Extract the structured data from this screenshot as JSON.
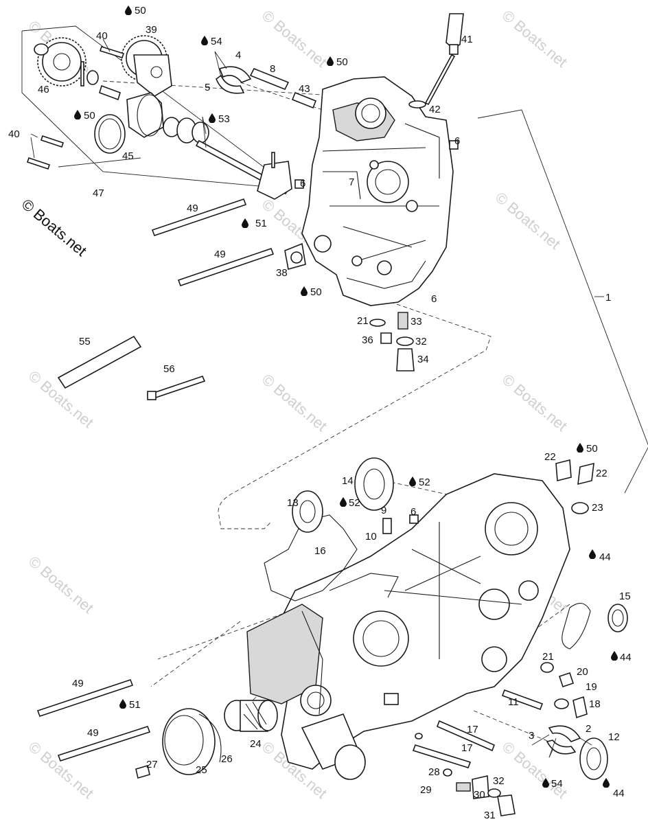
{
  "watermark": "© Boats.net",
  "copyright_text": "© Boats.net",
  "icons": {
    "lubricant": "oil-drop-icon"
  },
  "labels": {
    "l1": "1",
    "l2": "2",
    "l3": "3",
    "l4": "4",
    "l5": "5",
    "l6a": "6",
    "l6b": "6",
    "l6c": "6",
    "l6d": "6",
    "l7": "7",
    "l8": "8",
    "l9": "9",
    "l10": "10",
    "l11": "11",
    "l12": "12",
    "l13": "13",
    "l14": "14",
    "l15": "15",
    "l16": "16",
    "l17a": "17",
    "l17b": "17",
    "l18": "18",
    "l19": "19",
    "l20": "20",
    "l21a": "21",
    "l21b": "21",
    "l22a": "22",
    "l22b": "22",
    "l23": "23",
    "l24": "24",
    "l25": "25",
    "l26": "26",
    "l27": "27",
    "l28": "28",
    "l29": "29",
    "l30": "30",
    "l31": "31",
    "l32a": "32",
    "l32b": "32",
    "l33": "33",
    "l34": "34",
    "l36": "36",
    "l38": "38",
    "l39": "39",
    "l40a": "40",
    "l40b": "40",
    "l41": "41",
    "l42": "42",
    "l43": "43",
    "l44a": "44",
    "l44b": "44",
    "l44c": "44",
    "l45": "45",
    "l46": "46",
    "l47": "47",
    "l49a": "49",
    "l49b": "49",
    "l49c": "49",
    "l49d": "49",
    "l50a": "50",
    "l50b": "50",
    "l50c": "50",
    "l50d": "50",
    "l50e": "50",
    "l51a": "51",
    "l51b": "51",
    "l52a": "52",
    "l52b": "52",
    "l53": "53",
    "l54a": "54",
    "l54b": "54",
    "l55": "55",
    "l56": "56"
  }
}
